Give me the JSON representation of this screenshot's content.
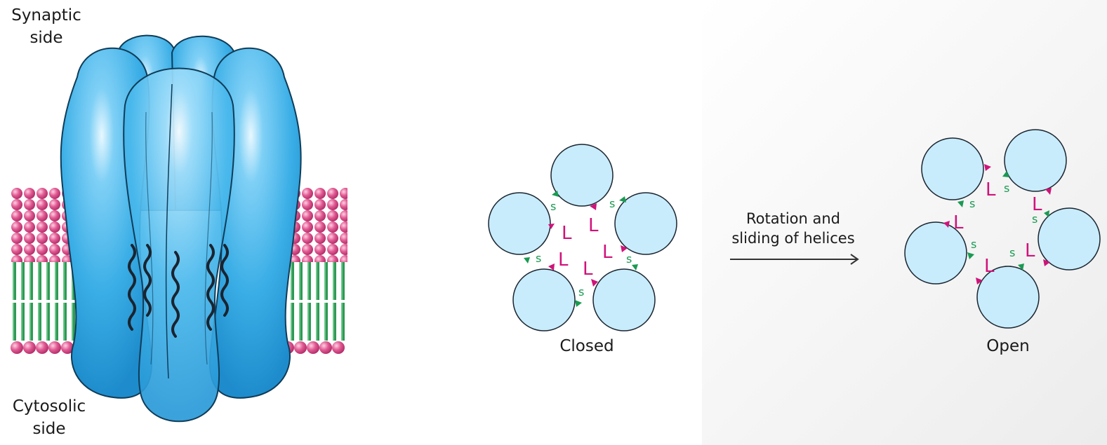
{
  "labels": {
    "synaptic_line1": "Synaptic",
    "synaptic_line2": "side",
    "cytosolic_line1": "Cytosolic",
    "cytosolic_line2": "side",
    "closed": "Closed",
    "open": "Open",
    "arrow_line1": "Rotation and",
    "arrow_line2": "sliding of helices"
  },
  "helix_markers": {
    "s": "s",
    "l": "L"
  },
  "colors": {
    "channel_blue": "#3aaee6",
    "helix_fill": "#c8ecfb",
    "lipid_head": "#d8417f",
    "lipid_tail": "#2e9a55",
    "serine_green": "#1a9a52",
    "leucine_magenta": "#d0127a"
  }
}
